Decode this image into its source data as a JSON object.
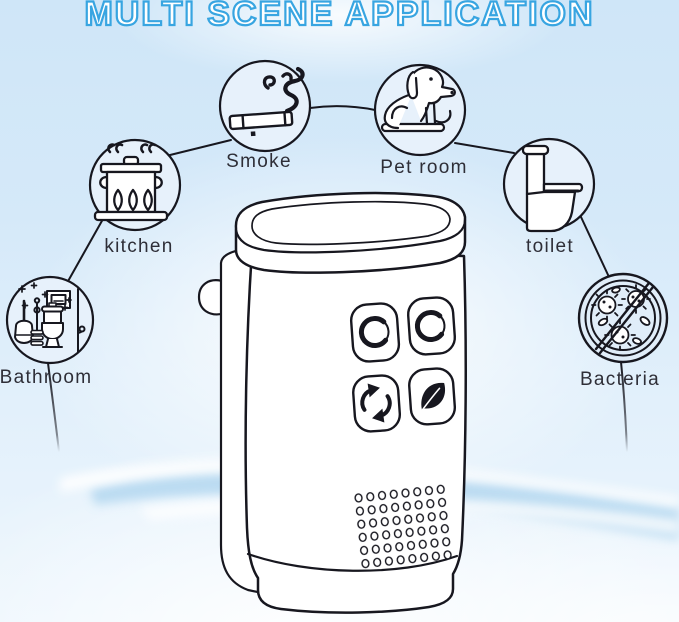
{
  "title": "MULTI SCENE APPLICATION",
  "scenes": [
    {
      "label": "Smoke",
      "icon": "cigarette-smoke-icon"
    },
    {
      "label": "Pet room",
      "icon": "dog-icon"
    },
    {
      "label": "kitchen",
      "icon": "cooking-pot-icon"
    },
    {
      "label": "toilet",
      "icon": "toilet-icon"
    },
    {
      "label": "Bathroom",
      "icon": "bathroom-cleaning-icon"
    },
    {
      "label": "Bacteria",
      "icon": "no-bacteria-icon"
    }
  ],
  "device": {
    "button_icons": [
      "dial-icon",
      "dial-icon",
      "refresh-icon",
      "leaf-icon"
    ],
    "features": [
      "vent-holes",
      "power-plug",
      "top-lid"
    ]
  },
  "colors": {
    "title_outline": "#38a5e1",
    "artwork_line": "#17171f",
    "label_text": "#2e2e37",
    "background": "#cfe6f8",
    "wave": "#abd3ee"
  }
}
